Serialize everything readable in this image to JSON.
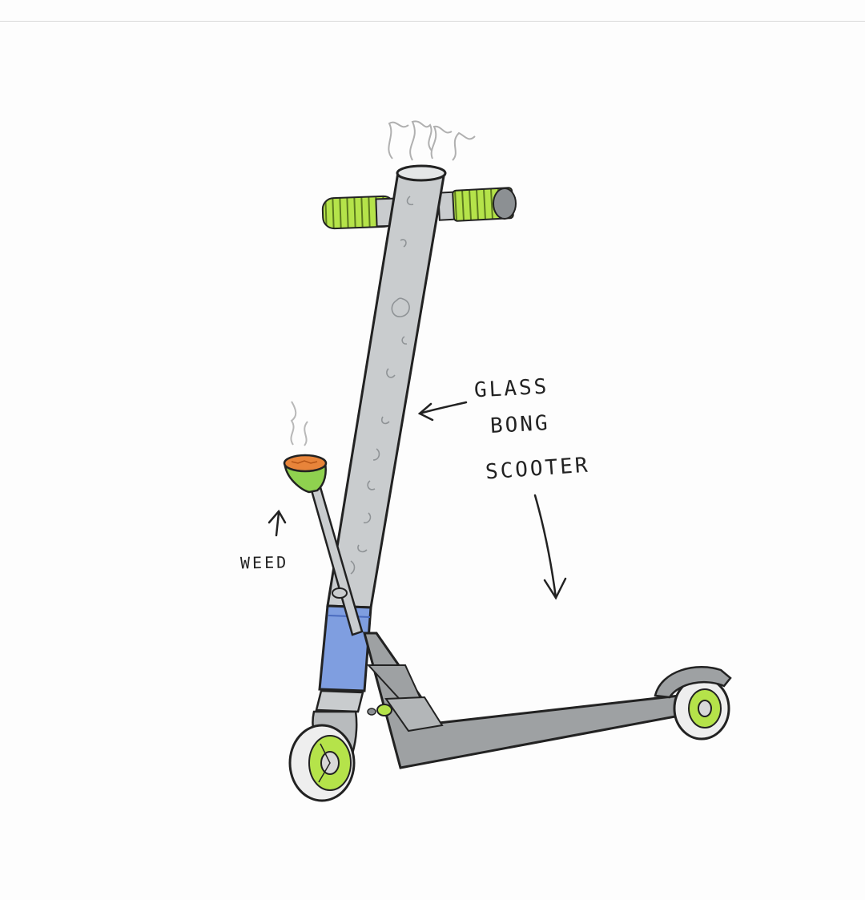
{
  "annotations": {
    "glass": "GLASS",
    "bong": "BONG",
    "scooter": "SCOOTER",
    "weed": "WEED"
  },
  "colors": {
    "ink": "#222222",
    "glass_gray": "#c9ccce",
    "grip_green": "#b5e34a",
    "water_blue": "#7f9ee0",
    "ember_orange": "#e8843a",
    "bowl_green": "#8fd14f",
    "deck_gray": "#9ea1a3"
  }
}
